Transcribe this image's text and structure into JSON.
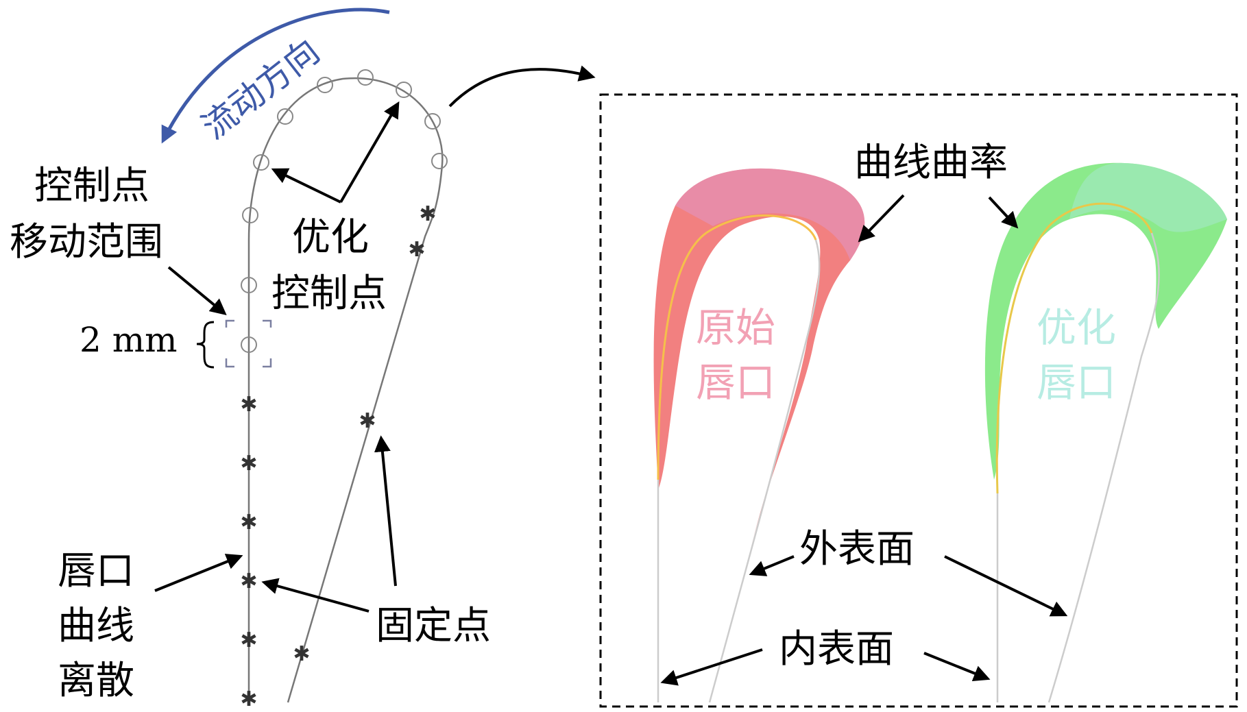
{
  "left_panel": {
    "flow_direction": "流动方向",
    "control_range": [
      "控制点",
      "移动范围"
    ],
    "size_label": "2 mm",
    "optimized_control": [
      "优化",
      "控制点"
    ],
    "lip_curve_discrete": [
      "唇口",
      "曲线",
      "离散"
    ],
    "fixed_points": "固定点"
  },
  "right_panel": {
    "curvature": "曲线曲率",
    "original_lip": [
      "原始",
      "唇口"
    ],
    "optimized_lip": [
      "优化",
      "唇口"
    ],
    "outer_surface": "外表面",
    "inner_surface": "内表面"
  },
  "colors": {
    "flow_arrow": "#3e5aa8",
    "original_comb": "#f06a6a",
    "original_label": "#f2a1b4",
    "optimized_comb": "#7ee87e",
    "optimized_label": "#b7ece3",
    "curve": "#777777",
    "frame": "#000000"
  }
}
